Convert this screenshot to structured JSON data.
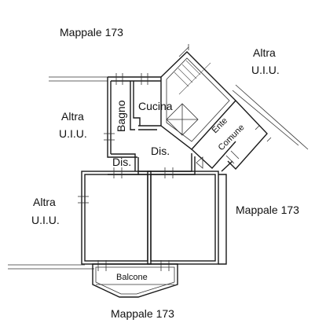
{
  "labels": {
    "mappale_top": "Mappale 173",
    "mappale_right": "Mappale 173",
    "mappale_bottom": "Mappale 173",
    "altra_top_right_1": "Altra",
    "altra_top_right_2": "U.I.U.",
    "altra_mid_left_1": "Altra",
    "altra_mid_left_2": "U.I.U.",
    "altra_low_left_1": "Altra",
    "altra_low_left_2": "U.I.U.",
    "bagno": "Bagno",
    "cucina": "Cucina",
    "dis_main": "Dis.",
    "dis_small": "Dis.",
    "ente": "Ente",
    "comune": "Comune",
    "balcone": "Balcone"
  },
  "colors": {
    "wall": "#1a1a1a",
    "background": "#ffffff"
  }
}
